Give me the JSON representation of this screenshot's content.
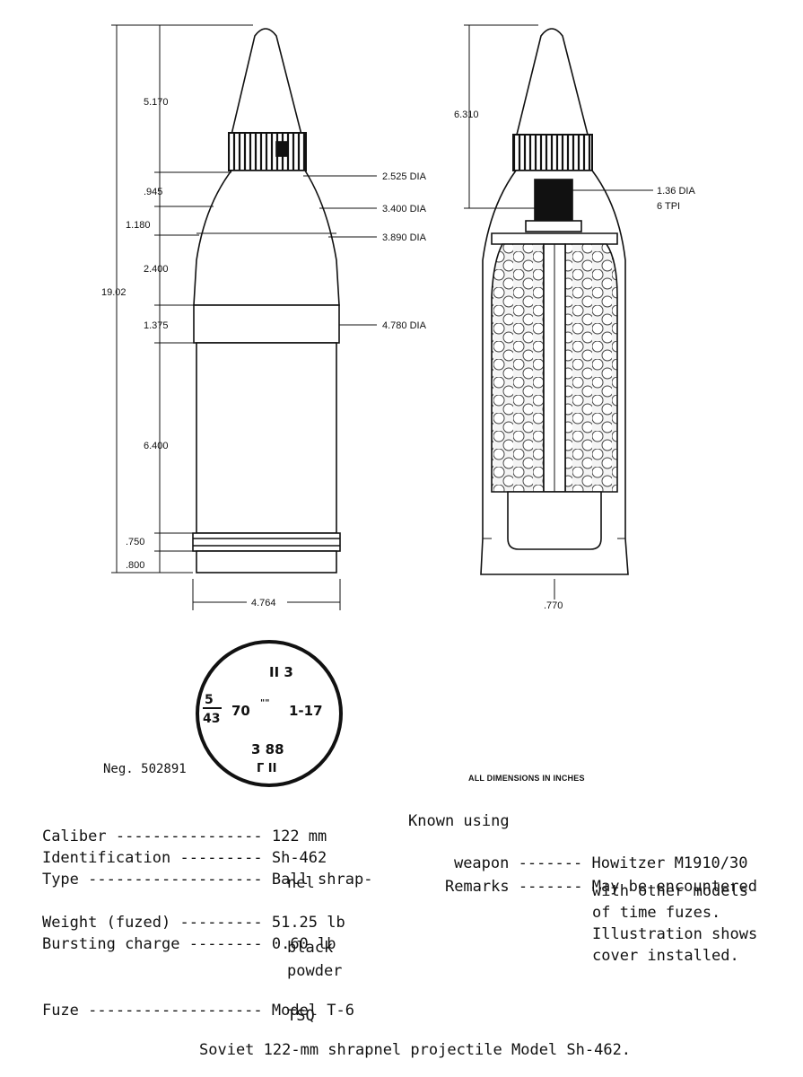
{
  "drawing": {
    "dims_left": {
      "nose": "5.170",
      "d_945": ".945",
      "d_1180": "1.180",
      "d_2400": "2.400",
      "d_1375": "1.375",
      "d_6400": "6.400",
      "d_750": ".750",
      "d_800": ".800",
      "overall": "19.02",
      "dia_2525": "2.525 DIA",
      "dia_3400": "3.400 DIA",
      "dia_3890": "3.890 DIA",
      "dia_4780": "4.780 DIA",
      "width": "4.764"
    },
    "dims_right": {
      "fuze_len": "6.310",
      "thread_dia": "1.36 DIA",
      "thread_tpi": "6 TPI",
      "base": ".770"
    }
  },
  "stamp": {
    "top": "II 3",
    "frac_num": "5",
    "frac_den": "43",
    "left_num": "70",
    "center": "\"\"",
    "right": "1-17",
    "lower": "3 88",
    "bottom": "Г II"
  },
  "neg_label": "Neg. 502891",
  "all_dims_note": "ALL DIMENSIONS IN INCHES",
  "specs_left": [
    {
      "label": "Caliber",
      "leader": " ---------------- ",
      "value": "122 mm"
    },
    {
      "label": "Identification",
      "leader": " --------- ",
      "value": "Sh-462"
    },
    {
      "label": "Type",
      "leader": " ------------------- ",
      "value": "Ball shrap-"
    },
    {
      "label": "",
      "leader": "",
      "value": "nel"
    },
    {
      "label": "Weight (fuzed)",
      "leader": " --------- ",
      "value": "51.25 lb"
    },
    {
      "label": "Bursting charge",
      "leader": " -------- ",
      "value": "0.60 lb"
    },
    {
      "label": "",
      "leader": "",
      "value": "black"
    },
    {
      "label": "",
      "leader": "",
      "value": "powder"
    },
    {
      "label": "Fuze",
      "leader": " ------------------- ",
      "value": "Model T-6"
    },
    {
      "label": "",
      "leader": "",
      "value": "TSQ"
    }
  ],
  "specs_right": {
    "known_label_1": "Known using",
    "known_label_2": "weapon",
    "known_leader": " ------- ",
    "known_value": "Howitzer M1910/30",
    "remarks_label": "Remarks",
    "remarks_leader": " ------- ",
    "remarks_lines": [
      "May be encountered",
      "with other models",
      "of time fuzes.",
      "Illustration shows",
      "cover installed."
    ]
  },
  "caption": "Soviet 122-mm shrapnel projectile Model Sh-462."
}
